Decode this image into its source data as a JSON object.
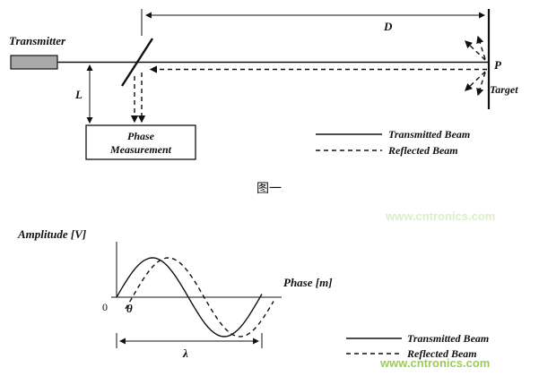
{
  "page": {
    "background": "#ffffff"
  },
  "figure1": {
    "transmitter_label": "Transmitter",
    "distance_label": "D",
    "height_label": "L",
    "point_label": "P",
    "target_label": "Target",
    "phase_box_line1": "Phase",
    "phase_box_line2": "Measurement",
    "legend": {
      "transmitted": "Transmitted Beam",
      "reflected": "Reflected Beam"
    },
    "caption": "图一"
  },
  "figure2": {
    "y_axis_label": "Amplitude [V]",
    "x_axis_label": "Phase [m]",
    "origin_label": "0",
    "phase_shift_label": "θ",
    "wavelength_label": "λ",
    "legend": {
      "transmitted": "Transmitted Beam",
      "reflected": "Reflected Beam"
    }
  },
  "watermark": {
    "text": "www.cntronics.com",
    "color": "#8dc63f"
  },
  "chart_data": {
    "type": "line",
    "title": "",
    "xlabel": "Phase [m]",
    "ylabel": "Amplitude [V]",
    "x_range_periods": 1.05,
    "amplitude": 1,
    "series": [
      {
        "name": "Transmitted Beam",
        "style": "solid",
        "phase_offset_fraction": 0
      },
      {
        "name": "Reflected Beam",
        "style": "dashed",
        "phase_offset_fraction": 0.11
      }
    ],
    "annotations": [
      "0",
      "θ",
      "λ"
    ],
    "notes": "Two sine waves of equal amplitude and wavelength λ; reflected beam lags transmitted beam by phase θ; axes unlabeled numerically; legend lower right."
  }
}
